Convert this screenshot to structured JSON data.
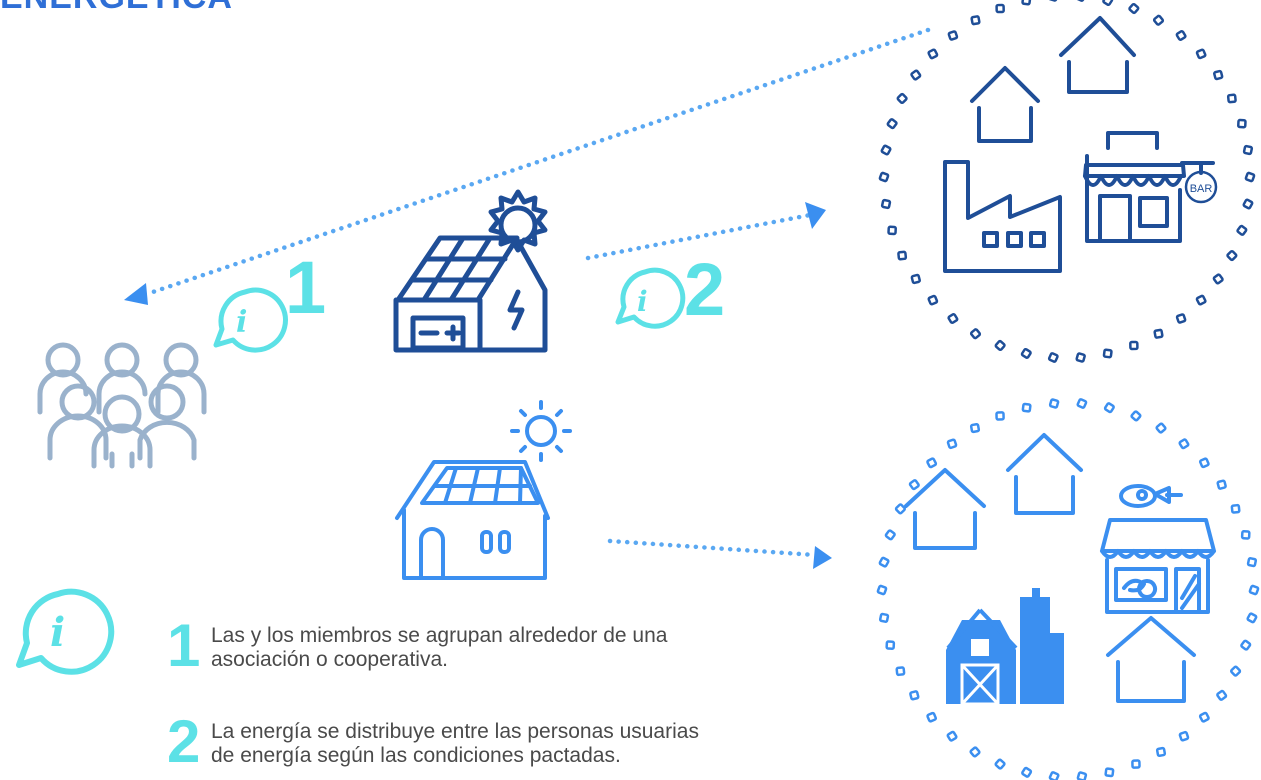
{
  "title": "ENERGÉTICA",
  "markers": {
    "m1": "1",
    "m2": "2"
  },
  "sign": "BAR",
  "steps": [
    {
      "num": "1",
      "line1": "Las y los miembros se agrupan alrededor de una",
      "line2": "asociación o cooperativa."
    },
    {
      "num": "2",
      "line1": "La energía se distribuye entre las personas usuarias",
      "line2": "de energía según las condiciones pactadas."
    }
  ],
  "colors": {
    "accent": "#5ce1e6",
    "navy": "#1f4e97",
    "blue": "#3b8ff0",
    "dots": "#5aa8f2",
    "people": "#9ab2cc",
    "text": "#4a4a4a"
  }
}
